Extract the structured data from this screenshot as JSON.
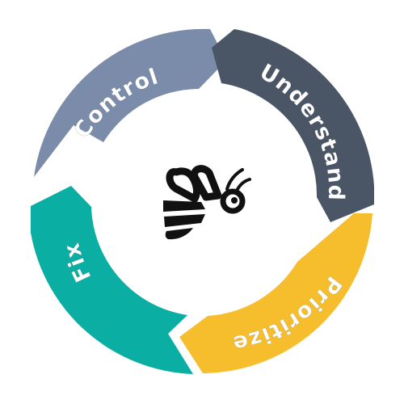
{
  "diagram": {
    "center_icon": "bee-icon",
    "segments": [
      {
        "id": "control",
        "label": "Control",
        "color": "#7B8CAA"
      },
      {
        "id": "understand",
        "label": "Understand",
        "color": "#4A5566"
      },
      {
        "id": "prioritize",
        "label": "Prioritize",
        "color": "#F6BE2D"
      },
      {
        "id": "fix",
        "label": "Fix",
        "color": "#0BAEA3"
      }
    ],
    "background_color": "#FFFFFF",
    "icon_color": "#111111"
  }
}
